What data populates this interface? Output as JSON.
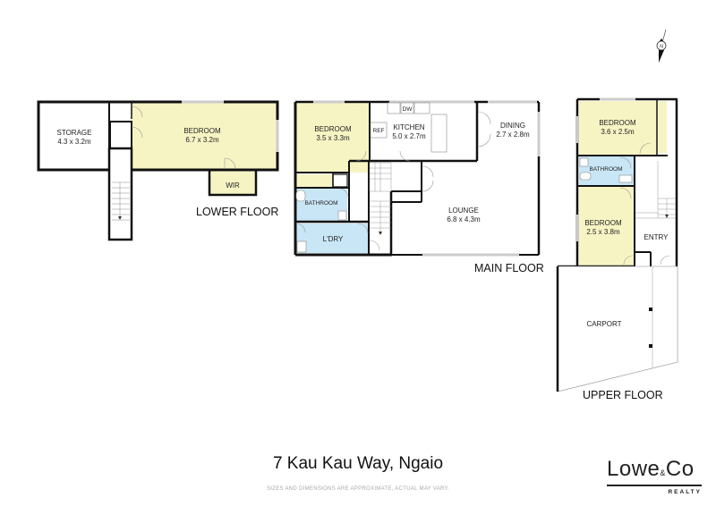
{
  "address": "7 Kau Kau Way, Ngaio",
  "disclaimer": "SIZES AND DIMENSIONS ARE APPROXIMATE, ACTUAL MAY VARY.",
  "logo": {
    "main": "Lowe",
    "amp": "&",
    "co": "Co",
    "sub": "REALTY"
  },
  "compass": {
    "icon": "north-arrow-icon",
    "label": "N"
  },
  "colors": {
    "bedroom": "#f7f4c4",
    "wet_area": "#c9e6f6",
    "wall": "#111111",
    "window": "#bbbbbb"
  },
  "floors": {
    "lower": {
      "label": "LOWER FLOOR",
      "rooms": [
        {
          "name": "STORAGE",
          "size": "4.3 x 3.2m"
        },
        {
          "name": "BEDROOM",
          "size": "6.7 x 3.2m"
        },
        {
          "name": "WIR",
          "size": ""
        }
      ]
    },
    "main": {
      "label": "MAIN FLOOR",
      "rooms": [
        {
          "name": "BEDROOM",
          "size": "3.5 x 3.3m"
        },
        {
          "name": "KITCHEN",
          "size": "5.0 x 2.7m"
        },
        {
          "name": "DINING",
          "size": "2.7 x 2.8m"
        },
        {
          "name": "LOUNGE",
          "size": "6.8 x 4.3m"
        },
        {
          "name": "BATHROOM",
          "size": ""
        },
        {
          "name": "L'DRY",
          "size": ""
        }
      ],
      "fixtures": {
        "ref": "REF",
        "dw": "DW"
      }
    },
    "upper": {
      "label": "UPPER FLOOR",
      "rooms": [
        {
          "name": "BEDROOM",
          "size": "3.6 x 2.5m"
        },
        {
          "name": "BATHROOM",
          "size": ""
        },
        {
          "name": "BEDROOM",
          "size": "2.5 x 3.8m"
        },
        {
          "name": "ENTRY",
          "size": ""
        },
        {
          "name": "CARPORT",
          "size": ""
        }
      ]
    }
  }
}
